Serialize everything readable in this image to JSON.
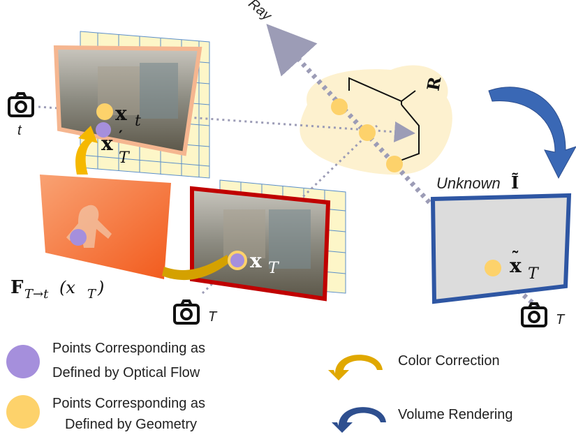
{
  "labels": {
    "ray": "Ray",
    "camera_t": "t",
    "camera_T": "T",
    "camera_T2": "T",
    "unknown": "Unknown",
    "unknown_symbol": "Ĩ",
    "r_tilde_base": "R",
    "r_tilde_mark": "˜",
    "x_t_base": "x",
    "x_t_sub": "t",
    "x_T_prime_base": "x",
    "x_T_prime_mark": "′",
    "x_T_prime_sub": "T",
    "x_T_base": "x",
    "x_T_sub": "T",
    "x_tilde_T_base": "x",
    "x_tilde_T_mark": "˜",
    "x_tilde_T_sub": "T",
    "flow_base": "F",
    "flow_sub": "T→t",
    "flow_arg": "(x",
    "flow_arg_sub": "T",
    "flow_close": ")"
  },
  "legend": {
    "optical_flow": [
      "Points Corresponding as",
      "Defined by Optical Flow"
    ],
    "geometry": [
      "Points Corresponding as",
      "Defined by Geometry"
    ],
    "color_correction": "Color Correction",
    "volume_rendering": "Volume Rendering"
  },
  "colors": {
    "purple_point": "#a58fdc",
    "yellow_point": "#fdd26b",
    "ray_dotted": "#9c9cb6",
    "orange_frame": "#f5b690",
    "red_frame": "#c00000",
    "blue_frame": "#2e56a3",
    "gold_arrow": "#f5b800",
    "flow_map": "#f7844a",
    "density_blob": "#fdf1cf",
    "grid_yellow": "#fdf6c8"
  },
  "icons": [
    "camera-icon",
    "color-correction-arrow-icon",
    "volume-rendering-arrow-icon"
  ]
}
